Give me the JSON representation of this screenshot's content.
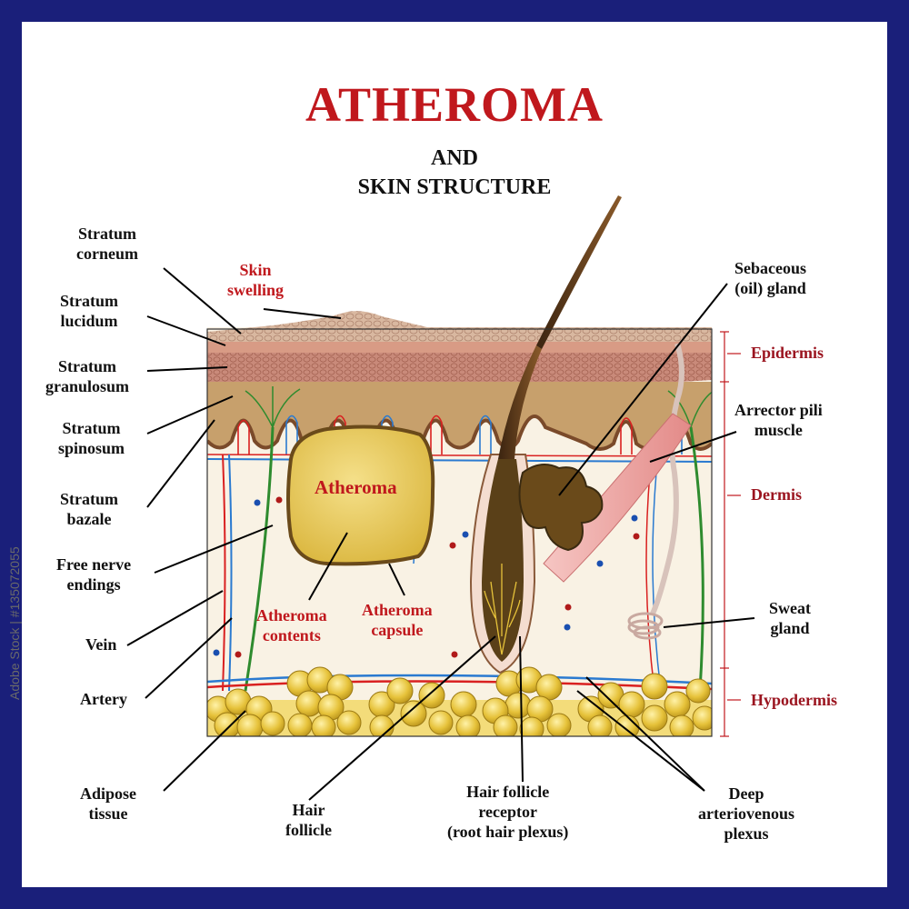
{
  "title": "ATHEROMA",
  "subtitle_line1": "AND",
  "subtitle_line2": "SKIN STRUCTURE",
  "left_labels": {
    "stratum_corneum": [
      "Stratum",
      "corneum"
    ],
    "stratum_lucidum": [
      "Stratum",
      "lucidum"
    ],
    "stratum_granulosum": [
      "Stratum",
      "granulosum"
    ],
    "stratum_spinosum": [
      "Stratum",
      "spinosum"
    ],
    "stratum_bazale": [
      "Stratum",
      "bazale"
    ],
    "free_nerve_endings": [
      "Free nerve",
      "endings"
    ],
    "vein": "Vein",
    "artery": "Artery",
    "adipose_tissue": [
      "Adipose",
      "tissue"
    ]
  },
  "inner_labels": {
    "skin_swelling": [
      "Skin",
      "swelling"
    ],
    "atheroma": "Atheroma",
    "atheroma_contents": [
      "Atheroma",
      "contents"
    ],
    "atheroma_capsule": [
      "Atheroma",
      "capsule"
    ]
  },
  "right_labels": {
    "sebaceous_gland": [
      "Sebaceous",
      "(oil) gland"
    ],
    "arrector_pili": [
      "Arrector pili",
      "muscle"
    ],
    "sweat_gland": [
      "Sweat",
      "gland"
    ],
    "deep_plexus": [
      "Deep",
      "arteriovenous",
      "plexus"
    ]
  },
  "layers": {
    "epidermis": "Epidermis",
    "dermis": "Dermis",
    "hypodermis": "Hypodermis"
  },
  "bottom_labels": {
    "hair_follicle": [
      "Hair",
      "follicle"
    ],
    "hair_follicle_receptor": [
      "Hair follicle",
      "receptor",
      "(root hair plexus)"
    ]
  },
  "watermark": "Adobe Stock | #135072055",
  "colors": {
    "frame": "#1a1f7a",
    "title_red": "#c0181d",
    "layer_red": "#9b1520",
    "atheroma_fill": "#e8c94a",
    "adipose": "#e6c23a"
  }
}
